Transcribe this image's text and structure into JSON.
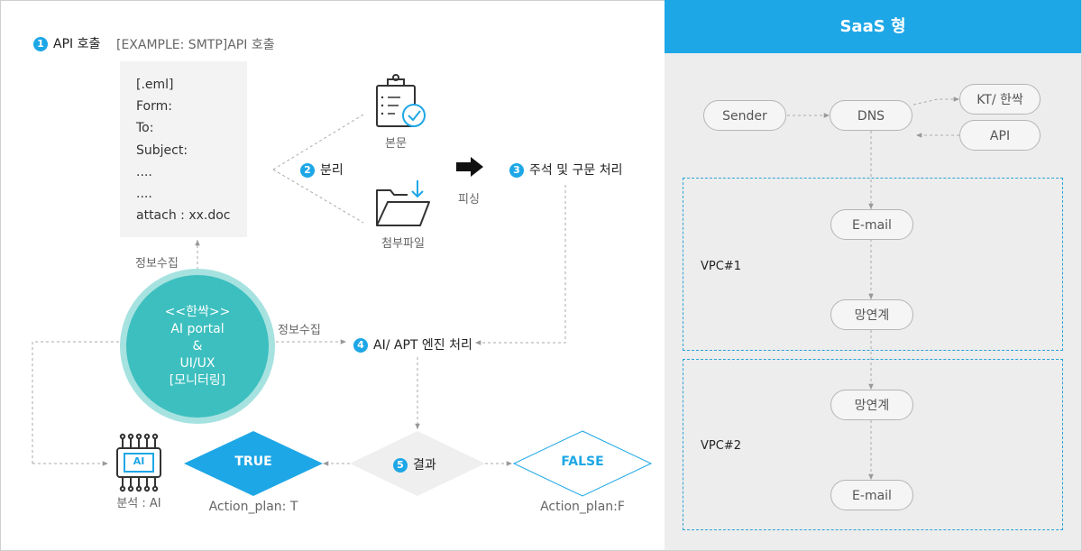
{
  "steps": {
    "s1": {
      "num": "1",
      "label": "API 호출",
      "example": "[EXAMPLE: SMTP]API 호출"
    },
    "s2": {
      "num": "2",
      "label": "분리"
    },
    "s3": {
      "num": "3",
      "label": "주석 및 구문 처리"
    },
    "s4": {
      "num": "4",
      "label": "AI/ APT 엔진 처리"
    },
    "s5": {
      "num": "5",
      "label": "결과"
    }
  },
  "email_lines": [
    "[.eml]",
    "Form:",
    "To:",
    "Subject:",
    "....",
    "....",
    "attach : xx.doc"
  ],
  "labels": {
    "info_collect_1": "정보수집",
    "info_collect_2": "정보수집",
    "body": "본문",
    "attachment": "첨부파일",
    "phishing": "피싱",
    "analysis": "분석 : AI",
    "ai_chip": "AI",
    "action_t": "Action_plan: T",
    "action_f": "Action_plan:F"
  },
  "portal": {
    "lines": [
      "<<한싹>>",
      "AI portal",
      "&",
      "UI/UX",
      "[모니터링]"
    ]
  },
  "results": {
    "true_label": "TRUE",
    "false_label": "FALSE"
  },
  "saas": {
    "title": "SaaS 형",
    "nodes": {
      "sender": "Sender",
      "dns": "DNS",
      "kt": "KT/ 한싹",
      "api": "API",
      "email_top": "E-mail",
      "link_1": "망연계",
      "link_2": "망연계",
      "email_bottom": "E-mail"
    },
    "vpc1": "VPC#1",
    "vpc2": "VPC#2"
  },
  "colors": {
    "accent": "#1ea7e6",
    "teal": "#3dbfbf",
    "teal_ring": "#a6e2e0",
    "panel": "#ededed"
  },
  "icons": [
    "clipboard-check-icon",
    "folder-download-icon",
    "arrow-right-icon",
    "ai-chip-icon"
  ]
}
